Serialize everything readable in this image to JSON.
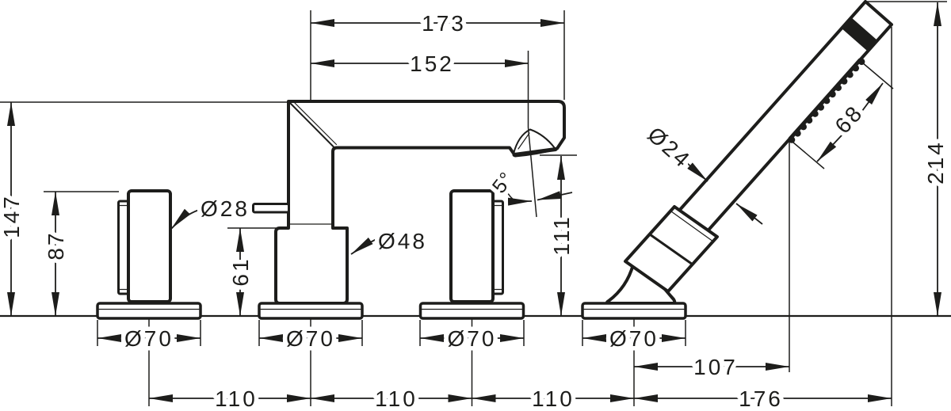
{
  "drawing": {
    "type": "technical-dimension-drawing",
    "subject": "4-hole deck-mounted bath mixer with handshower",
    "colors": {
      "line": "#1d1d1b",
      "background": "#ffffff"
    }
  },
  "dims": {
    "total_reach": "173",
    "spout_reach": "152",
    "height_total": "147",
    "handle_height": "87",
    "handle_dia": "Ø28",
    "spout_base_dia": "Ø48",
    "spout_base_height": "61",
    "escutcheon_dia_1": "Ø70",
    "escutcheon_dia_2": "Ø70",
    "escutcheon_dia_3": "Ø70",
    "escutcheon_dia_4": "Ø70",
    "spacing_1": "110",
    "spacing_2": "110",
    "spacing_3": "110",
    "spout_angle": "5°",
    "spout_outlet_height": "111",
    "handshower_dia": "Ø24",
    "spray_length": "68",
    "handshower_height": "214",
    "offset_spray": "107",
    "offset_handshower": "176"
  }
}
